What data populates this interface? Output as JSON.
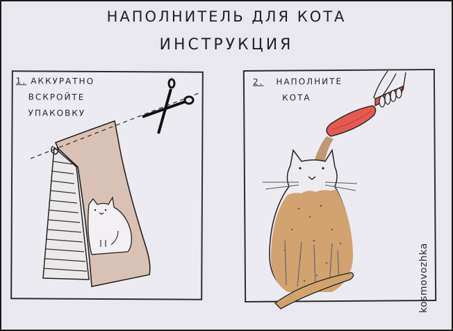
{
  "title": {
    "line1": "НАПОЛНИТЕЛЬ ДЛЯ КОТА",
    "line2": "ИНСТРУКЦИЯ"
  },
  "panels": [
    {
      "number": "1.",
      "caption_lines": [
        "АККУРАТНО",
        "ВСКРОЙТЕ",
        "УПАКОВКУ"
      ],
      "illustration": "scissors-cutting-cat-food-bag"
    },
    {
      "number": "2.",
      "caption_lines": [
        "НАПОЛНИТЕ",
        "КОТА"
      ],
      "illustration": "hand-pouring-litter-from-scoop-into-cat"
    }
  ],
  "signature": "kosmovozhka",
  "colors": {
    "paper": "#e8e8ee",
    "ink": "#1e1e24",
    "bag": "#d9c2b4",
    "scoop": "#e0504a",
    "litter": "#c99a62"
  }
}
